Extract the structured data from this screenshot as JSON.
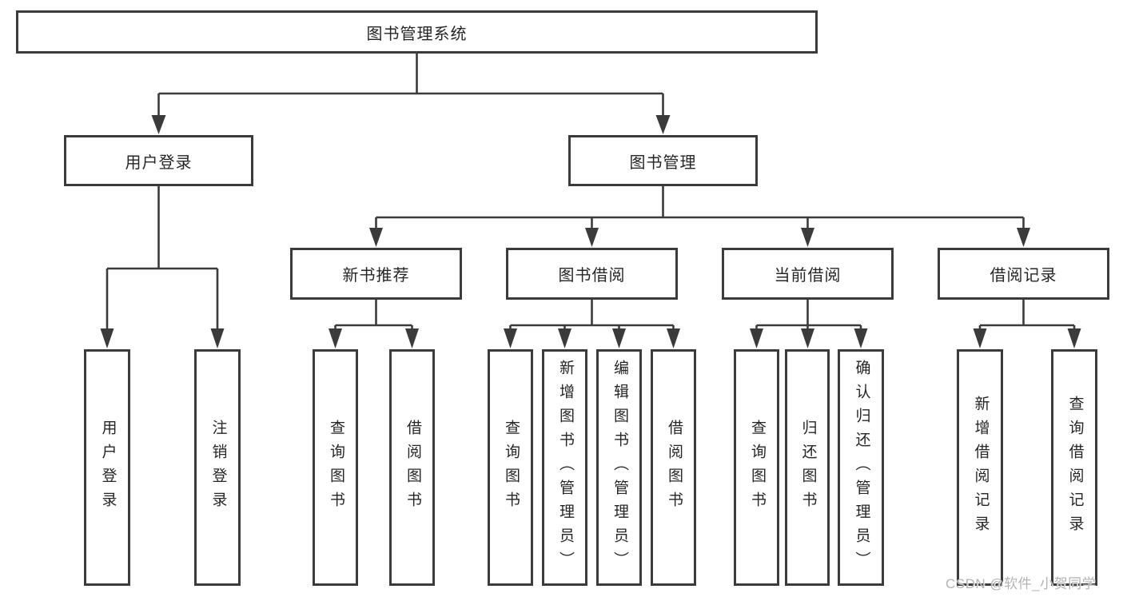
{
  "tree": {
    "root": {
      "label": "图书管理系统",
      "children": [
        {
          "label": "用户登录",
          "children": [
            {
              "label": "用户登录"
            },
            {
              "label": "注销登录"
            }
          ]
        },
        {
          "label": "图书管理",
          "children": [
            {
              "label": "新书推荐",
              "children": [
                {
                  "label": "查询图书"
                },
                {
                  "label": "借阅图书"
                }
              ]
            },
            {
              "label": "图书借阅",
              "children": [
                {
                  "label": "查询图书"
                },
                {
                  "label": "新增图书（管理员）"
                },
                {
                  "label": "编辑图书（管理员）"
                },
                {
                  "label": "借阅图书"
                }
              ]
            },
            {
              "label": "当前借阅",
              "children": [
                {
                  "label": "查询图书"
                },
                {
                  "label": "归还图书"
                },
                {
                  "label": "确认归还（管理员）"
                }
              ]
            },
            {
              "label": "借阅记录",
              "children": [
                {
                  "label": "新增借阅记录"
                },
                {
                  "label": "查询借阅记录"
                }
              ]
            }
          ]
        }
      ]
    }
  },
  "watermark": {
    "text": "CSDN @软件_小贺同学"
  },
  "colors": {
    "border": "#3b3b3b",
    "connector": "#3b3b3b",
    "text": "#262626",
    "watermark": "#b3b3b3"
  }
}
